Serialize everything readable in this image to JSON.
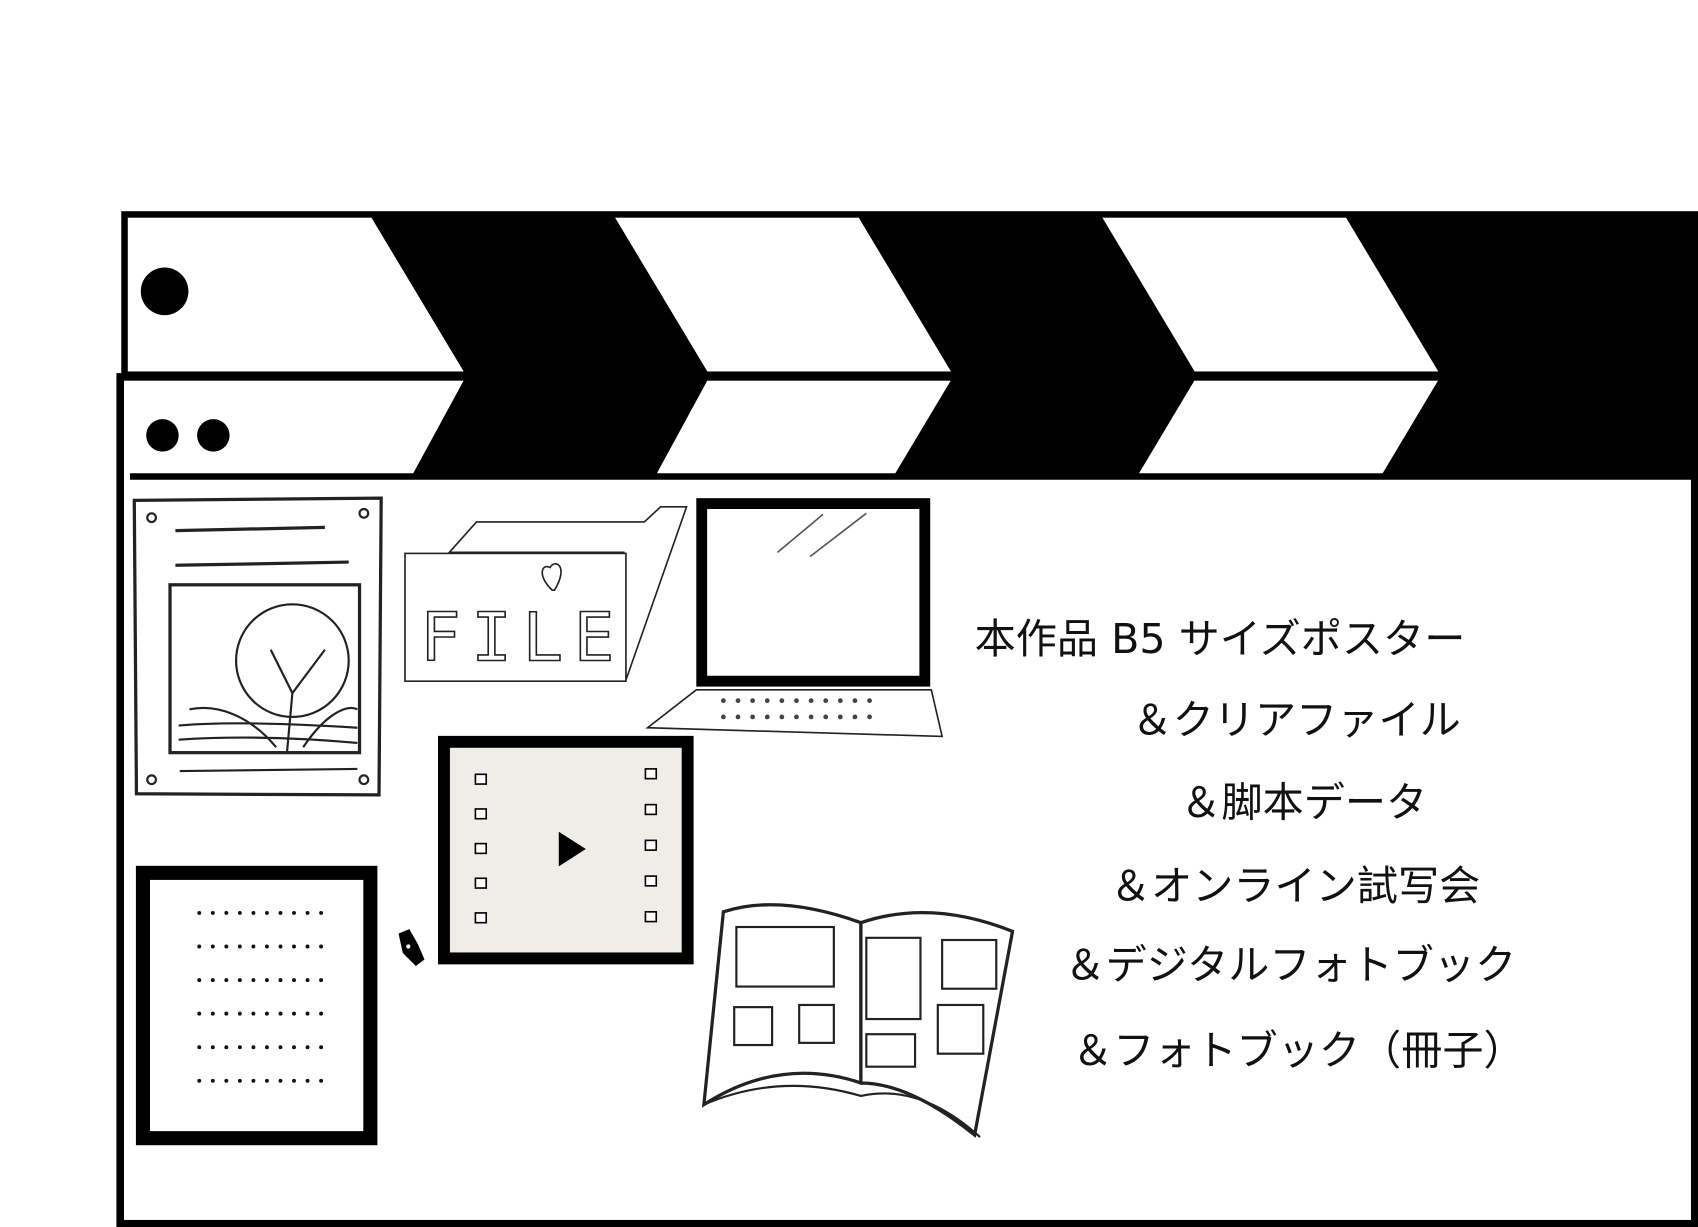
{
  "colors": {
    "ink": "#000000",
    "paper": "#ffffff",
    "screen_fill": "#f0ede8"
  },
  "icons": [
    "clapperboard",
    "poster-icon",
    "file-folder-icon",
    "laptop-icon",
    "video-player-icon",
    "document-icon",
    "pen-nib-icon",
    "photobook-icon"
  ],
  "folder_label": "FILE",
  "lines": [
    "本作品 B5 サイズポスター",
    "＆クリアファイル",
    "＆脚本データ",
    "＆オンライン試写会",
    "＆デジタルフォトブック",
    "＆フォトブック（冊子）"
  ]
}
